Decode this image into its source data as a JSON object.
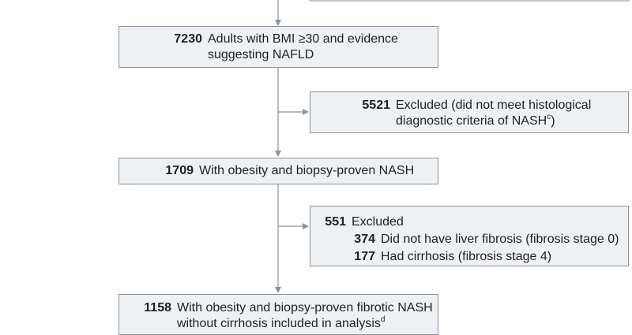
{
  "boxes": {
    "adults_bmi": {
      "number": "7230",
      "line1": "Adults with BMI ≥30 and evidence",
      "line2": "suggesting NAFLD"
    },
    "excluded_histology": {
      "number": "5521",
      "line1": "Excluded (did not meet histological",
      "line2": "diagnostic criteria of NASH",
      "line2_sup": "c",
      "line2_tail": ")"
    },
    "obesity_nash": {
      "number": "1709",
      "text": "With obesity and biopsy-proven NASH"
    },
    "excluded_fibrosis": {
      "number": "551",
      "text": "Excluded",
      "items": [
        {
          "number": "374",
          "text": "Did not have liver fibrosis (fibrosis stage 0)"
        },
        {
          "number": "177",
          "text": "Had cirrhosis (fibrosis stage 4)"
        }
      ]
    },
    "final_analysis": {
      "number": "1158",
      "line1": "With obesity and biopsy-proven fibrotic NASH",
      "line2": "without cirrhosis included in analysis",
      "line2_sup": "d"
    }
  },
  "colors": {
    "box_fill": "#eef1f4",
    "box_border": "#8c9298",
    "connector": "#8c9298",
    "text": "#231f20"
  }
}
